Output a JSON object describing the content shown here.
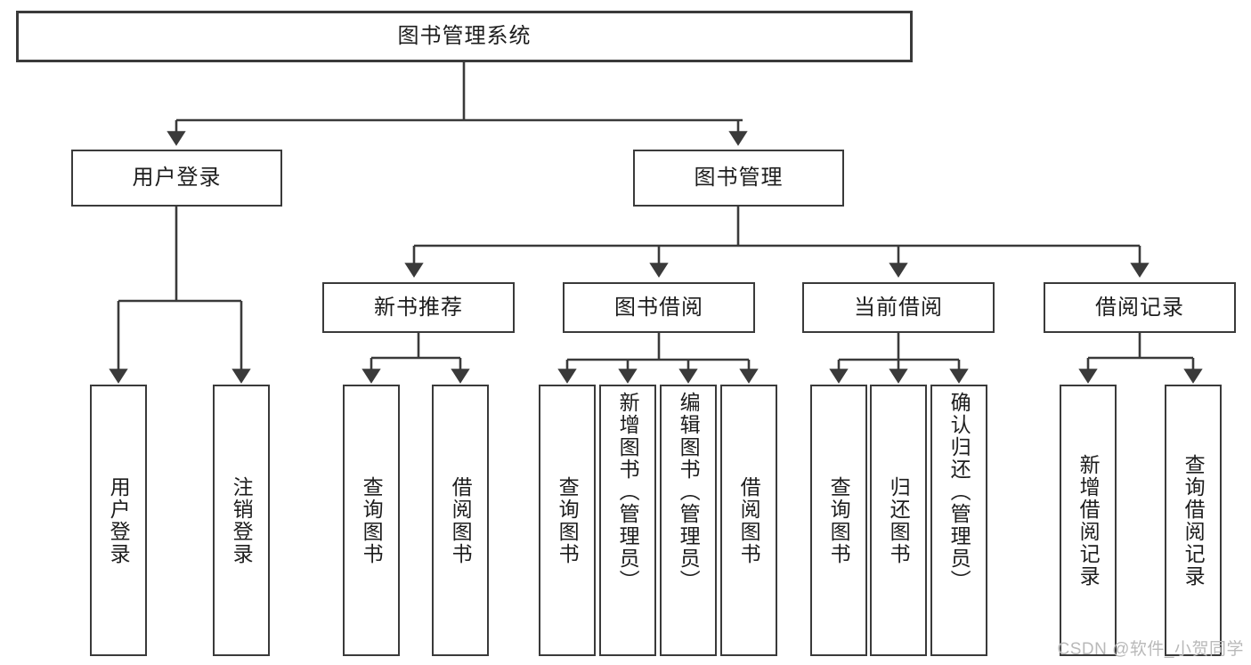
{
  "diagram": {
    "title": "图书管理系统",
    "type": "hierarchy-tree",
    "watermark": "CSDN @软件_小贺同学",
    "colors": {
      "stroke": "#3a3a3a",
      "fill": "#ffffff",
      "text": "#1d1d1d",
      "watermark": "#b9b9b9"
    },
    "nodes": {
      "root": {
        "label": "图书管理系统"
      },
      "level1": [
        {
          "id": "user-login",
          "label": "用户登录"
        },
        {
          "id": "book-management",
          "label": "图书管理"
        }
      ],
      "level2": [
        {
          "id": "new-book-recommend",
          "label": "新书推荐"
        },
        {
          "id": "book-borrow",
          "label": "图书借阅"
        },
        {
          "id": "current-borrow",
          "label": "当前借阅"
        },
        {
          "id": "borrow-record",
          "label": "借阅记录"
        }
      ],
      "leaves": {
        "user-login": [
          {
            "id": "leaf-user-login",
            "label": "用户登录"
          },
          {
            "id": "leaf-logout",
            "label": "注销登录"
          }
        ],
        "new-book-recommend": [
          {
            "id": "leaf-query-book-1",
            "label": "查询图书"
          },
          {
            "id": "leaf-borrow-book-1",
            "label": "借阅图书"
          }
        ],
        "book-borrow": [
          {
            "id": "leaf-query-book-2",
            "label": "查询图书"
          },
          {
            "id": "leaf-add-book",
            "label": "新增图书（管理员）"
          },
          {
            "id": "leaf-edit-book",
            "label": "编辑图书（管理员）"
          },
          {
            "id": "leaf-borrow-book-2",
            "label": "借阅图书"
          }
        ],
        "current-borrow": [
          {
            "id": "leaf-query-book-3",
            "label": "查询图书"
          },
          {
            "id": "leaf-return-book",
            "label": "归还图书"
          },
          {
            "id": "leaf-confirm-return",
            "label": "确认归还（管理员）"
          }
        ],
        "borrow-record": [
          {
            "id": "leaf-add-record",
            "label": "新增借阅记录"
          },
          {
            "id": "leaf-query-record",
            "label": "查询借阅记录"
          }
        ]
      }
    }
  }
}
